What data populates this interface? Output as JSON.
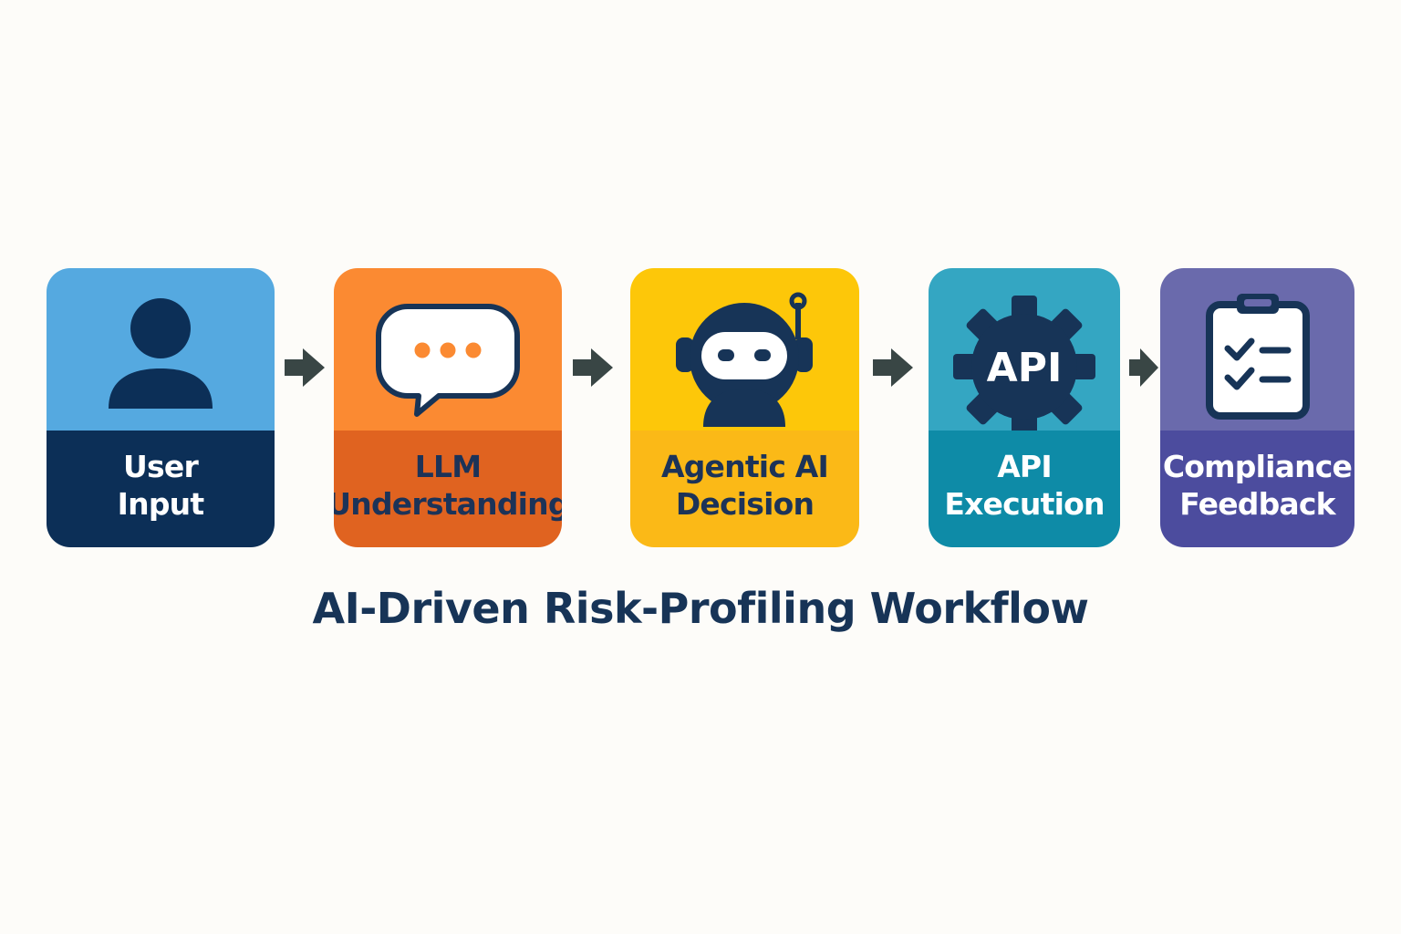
{
  "title": "AI-Driven Risk-Profiling Workflow",
  "colors": {
    "background": "#fdfcf9",
    "arrow": "#394645",
    "title": "#173457"
  },
  "steps": [
    {
      "label_lines": [
        "User",
        "Input"
      ],
      "icon": "user-icon",
      "top_color": "#55a9e0",
      "bottom_color": "#0c2f57",
      "text_color": "#ffffff"
    },
    {
      "label_lines": [
        "LLM",
        "Understanding"
      ],
      "icon": "chat-bubble-icon",
      "top_color": "#fb8a32",
      "bottom_color": "#e06320",
      "text_color": "#1c3358"
    },
    {
      "label_lines": [
        "Agentic AI",
        "Decision"
      ],
      "icon": "robot-icon",
      "top_color": "#fdc709",
      "bottom_color": "#fbb917",
      "text_color": "#1c3358"
    },
    {
      "label_lines": [
        "API",
        "Execution"
      ],
      "icon": "gear-icon",
      "icon_text": "API",
      "top_color": "#34a6c2",
      "bottom_color": "#0e8ba7",
      "text_color": "#ffffff"
    },
    {
      "label_lines": [
        "Compliance",
        "Feedback"
      ],
      "icon": "clipboard-checklist-icon",
      "top_color": "#6a6aac",
      "bottom_color": "#4c4c9e",
      "text_color": "#ffffff"
    }
  ],
  "arrows": [
    "arrow-right-icon",
    "arrow-right-icon",
    "arrow-right-icon",
    "arrow-right-icon"
  ]
}
